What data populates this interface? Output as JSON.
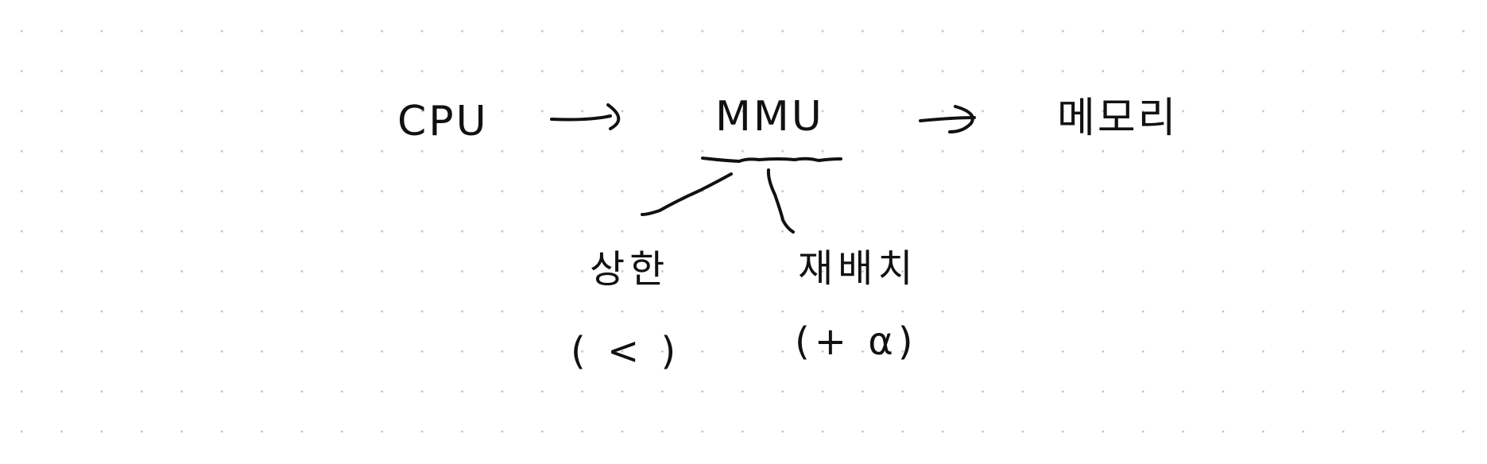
{
  "nodes": {
    "cpu": "CPU",
    "mmu": "MMU",
    "memory": "메모리",
    "limit": "상한",
    "limit_condition": "( < )",
    "relocation": "재배치",
    "relocation_condition": "(+ α)"
  },
  "colors": {
    "ink": "#111111",
    "grid_dot": "#c4c4c4",
    "background": "#ffffff"
  }
}
